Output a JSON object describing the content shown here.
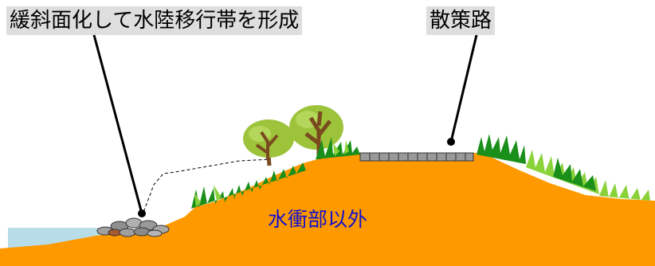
{
  "labels": {
    "left_callout": "緩斜面化して水陸移行帯を形成",
    "right_callout": "散策路",
    "zone": "水衝部以外"
  },
  "colors": {
    "ground": "#ff9900",
    "water": "#b7dde8",
    "grass": "#1a8f1a",
    "grass_light": "#8ad23a",
    "tree_foliage": "#9cc33a",
    "tree_trunk": "#7a4a1e",
    "path": "#9a9a9a",
    "label_bg": "#dedede",
    "zone_text": "#1010d0"
  },
  "icons": {
    "stones": "stone-pile-icon",
    "trees": "tree-icon",
    "path": "walking-path-icon"
  }
}
